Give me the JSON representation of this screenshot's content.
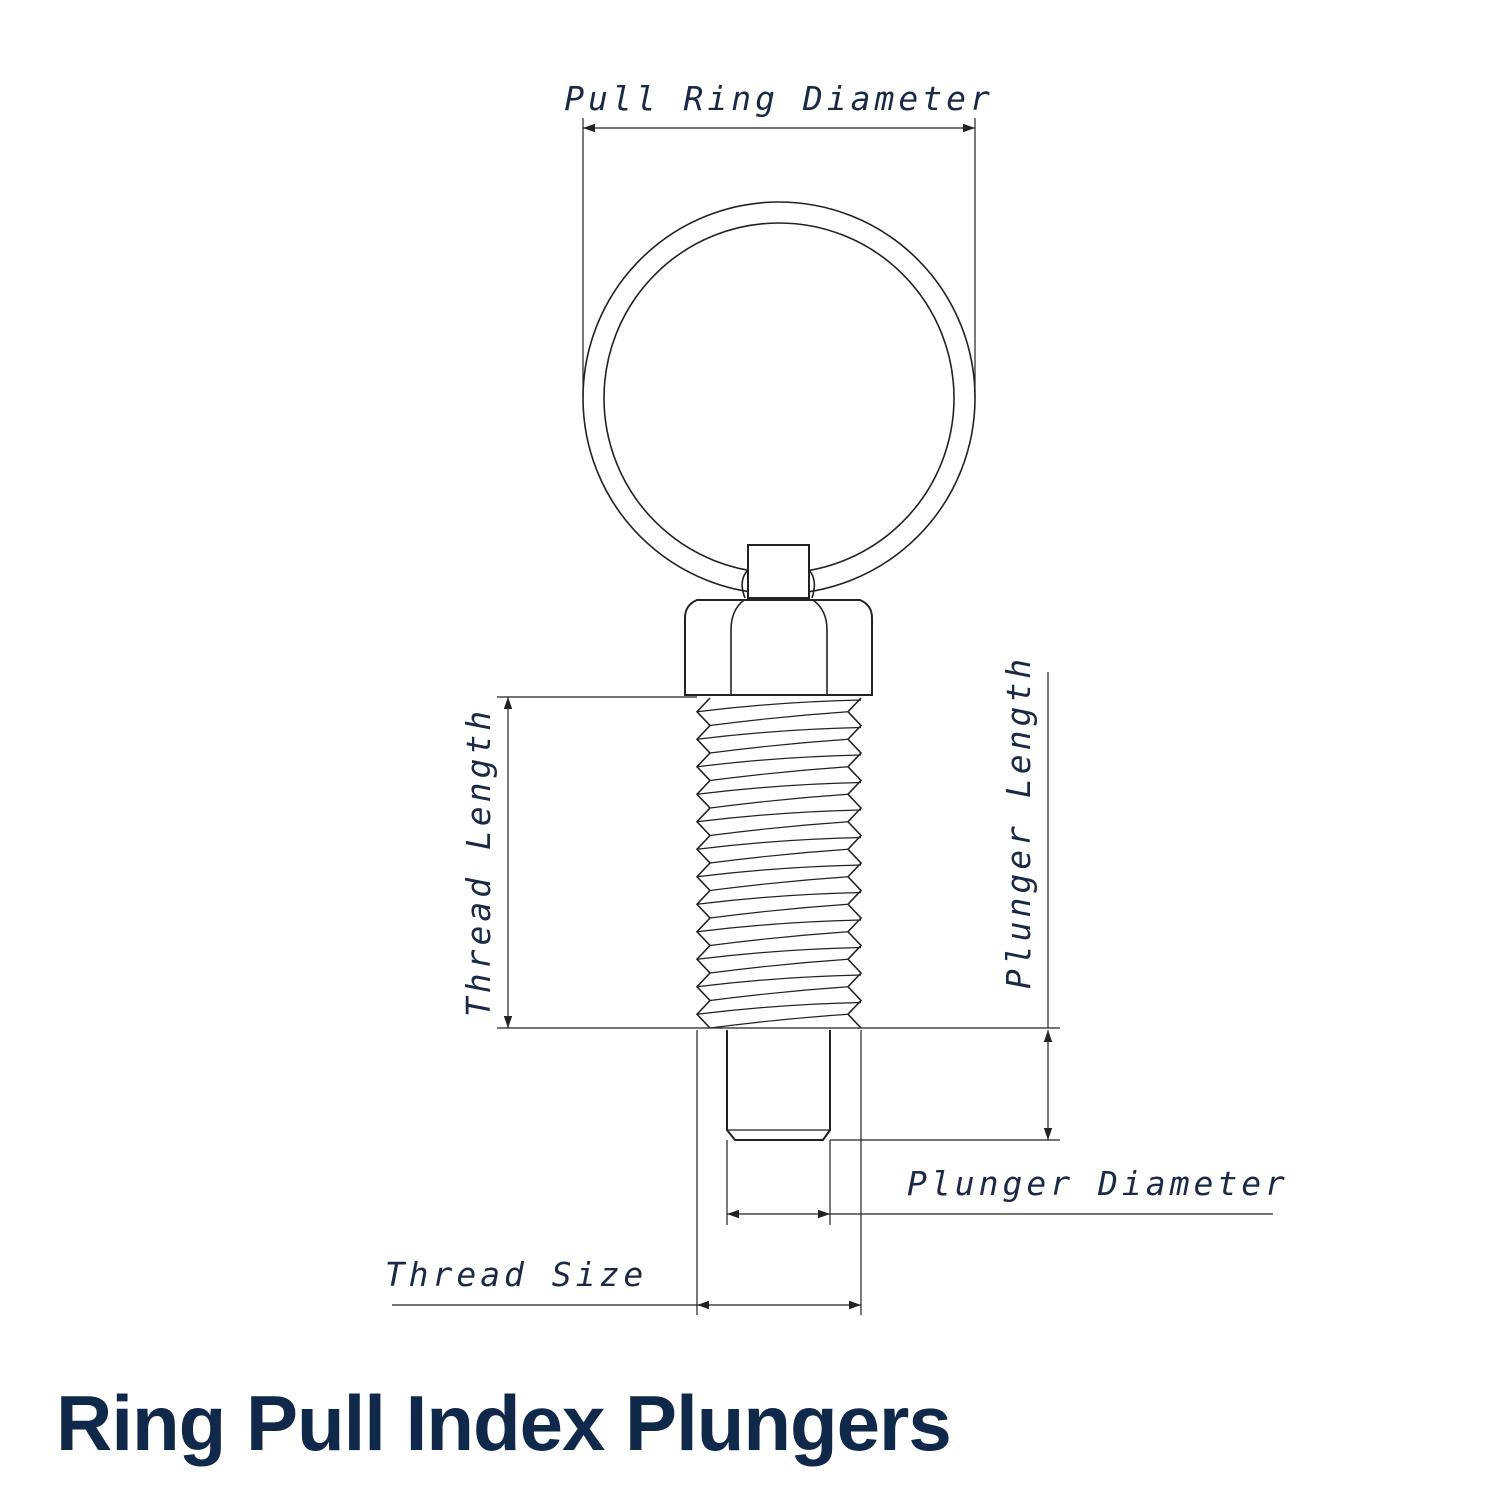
{
  "diagram": {
    "labels": {
      "pull_ring_diameter": "Pull Ring Diameter",
      "thread_length": "Thread Length",
      "plunger_length": "Plunger Length",
      "plunger_diameter": "Plunger Diameter",
      "thread_size": "Thread Size"
    }
  },
  "page": {
    "title": "Ring Pull Index Plungers"
  },
  "colors": {
    "title": "#10284a",
    "label_text": "#1b2a44",
    "line": "#222222"
  }
}
